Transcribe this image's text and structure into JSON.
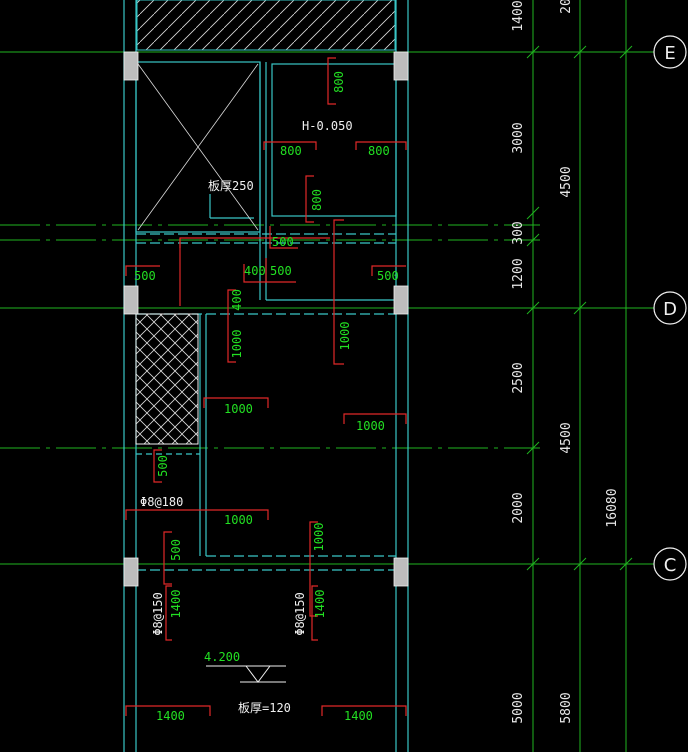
{
  "colors": {
    "background": "#000000",
    "grid_line": "#1fb51f",
    "wall": "#39c6c6",
    "rebar": "#e02828",
    "label_green": "#22e022",
    "text_white": "#f0f0f0",
    "column_fill": "#bdbdbd"
  },
  "axes": {
    "E": "E",
    "D": "D",
    "C": "C"
  },
  "dims_right": {
    "d1400": "1400",
    "d3000": "3000",
    "d300": "300",
    "d1200": "1200",
    "d2500": "2500",
    "d2000": "2000",
    "d5000": "5000",
    "d4500a": "4500",
    "d4500b": "4500",
    "d5800": "5800",
    "d16080": "16080",
    "d2top": "20"
  },
  "labels": {
    "elevation_top": "H-0.050",
    "slab_thk250": "板厚250",
    "rebar_spec1": "Φ8@180",
    "rebar_spec2": "Φ8@150",
    "rebar_spec3": "Φ8@150",
    "level": "4.200",
    "slab_thk120": "板厚=120"
  },
  "rebar_labels": {
    "r800v_top": "800",
    "r800_left": "800",
    "r800_right": "800",
    "r800v_mid": "800",
    "r500_a": "500",
    "r400": "400",
    "r500_b": "500",
    "r500_left": "500",
    "r500_right": "500",
    "r400v": "400",
    "r1000v_left": "1000",
    "r1000v_right": "1000",
    "r1000_mid1": "1000",
    "r1000_right": "1000",
    "r500v_a": "500",
    "r1000_mid2": "1000",
    "r500v_b": "500",
    "r1000v_low": "1000",
    "r1400v_left": "1400",
    "r1400v_right": "1400",
    "r1400_left": "1400",
    "r1400_right": "1400"
  }
}
